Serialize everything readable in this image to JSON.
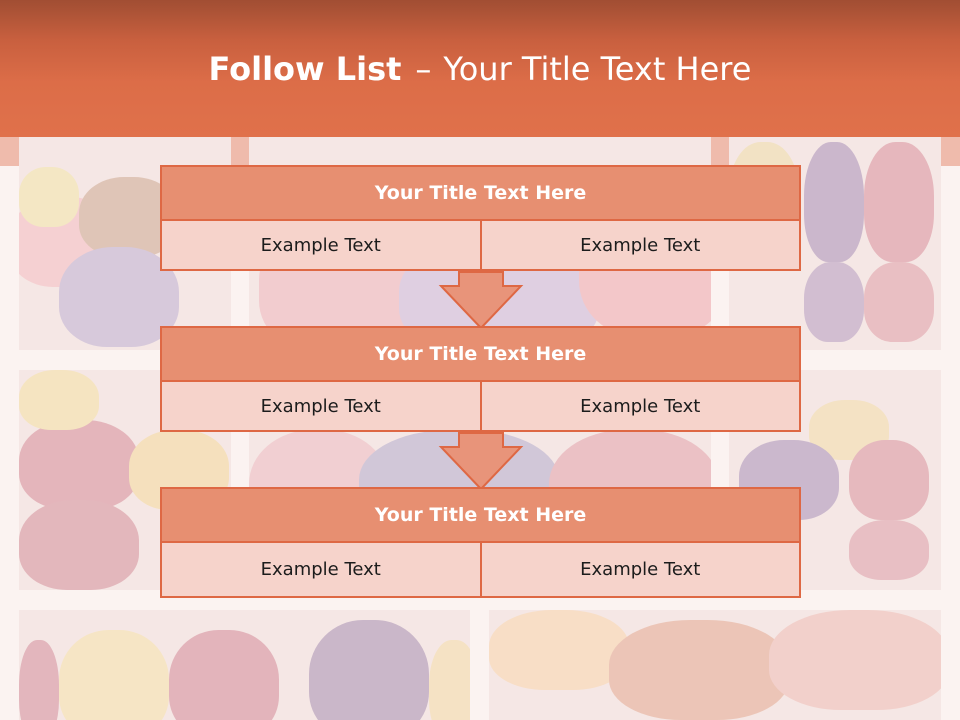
{
  "header": {
    "title_bold": "Follow List",
    "title_sep": "–",
    "title_rest": "Your Title Text Here"
  },
  "blocks": [
    {
      "title": "Your Title Text Here",
      "left": "Example Text",
      "right": "Example Text"
    },
    {
      "title": "Your Title Text Here",
      "left": "Example Text",
      "right": "Example Text"
    },
    {
      "title": "Your Title Text Here",
      "left": "Example Text",
      "right": "Example Text"
    }
  ],
  "colors": {
    "header": "#e0714b",
    "block_title": "#e78f71",
    "block_cell": "#f6d3cb",
    "border": "#de6844"
  }
}
